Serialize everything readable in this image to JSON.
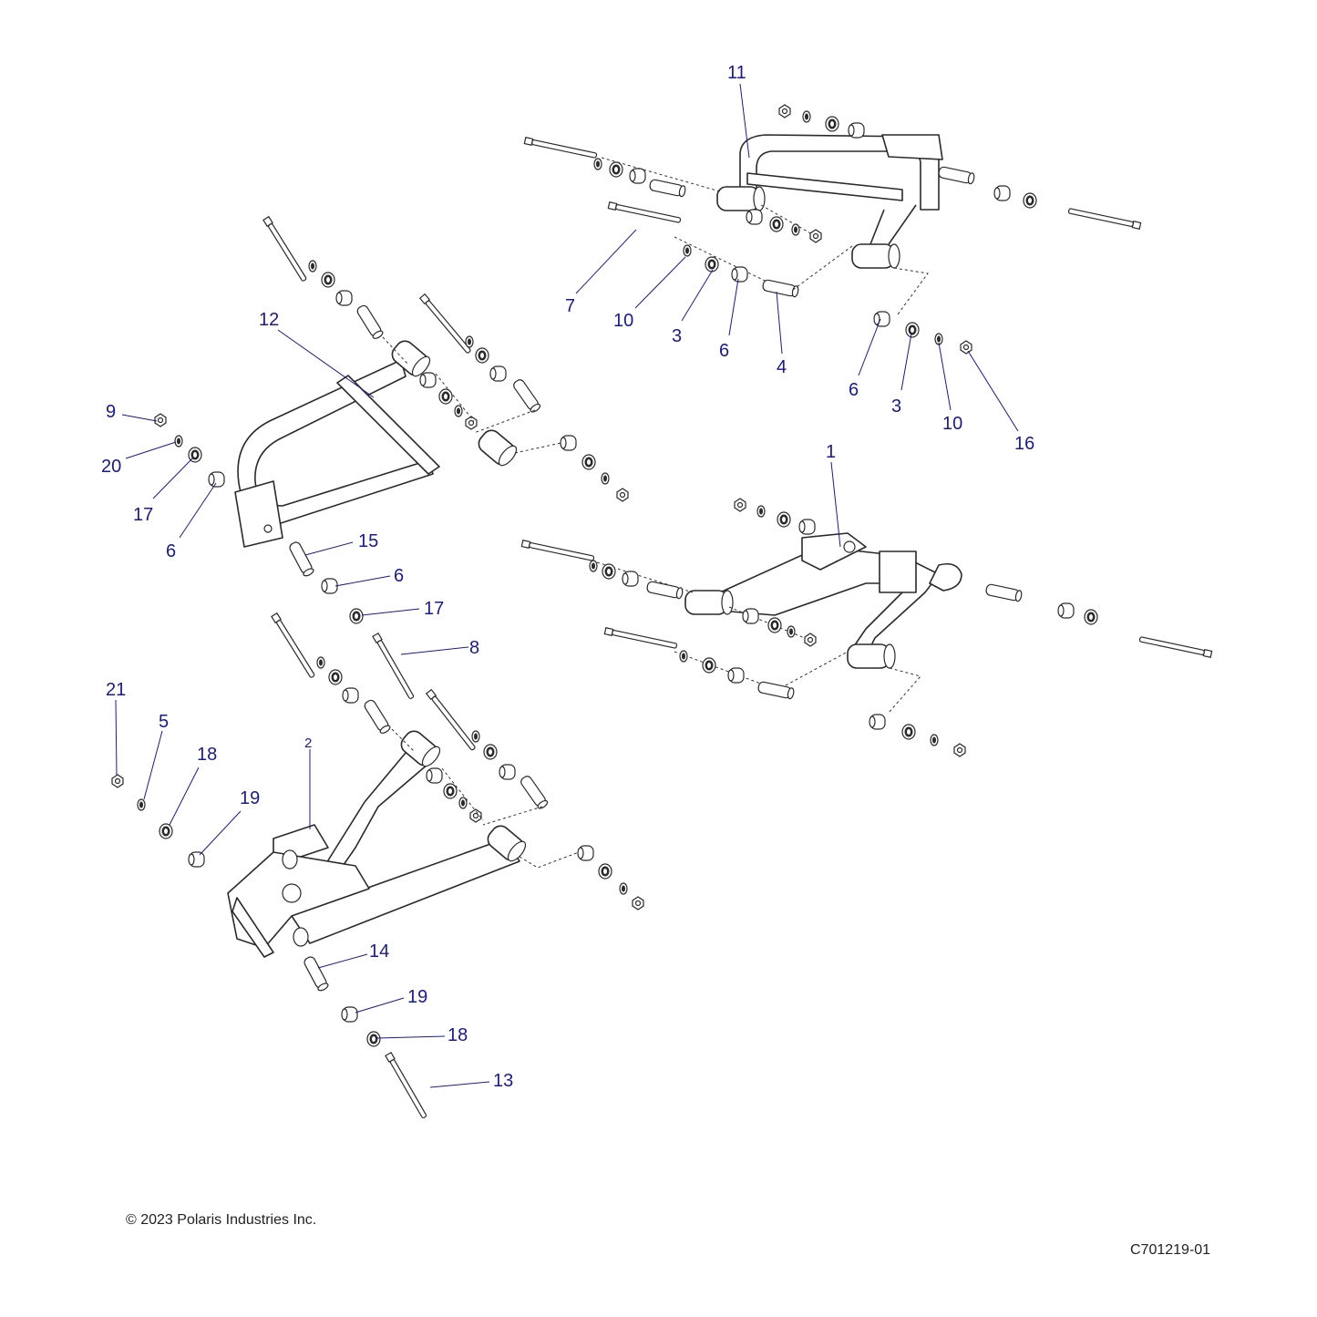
{
  "figure": {
    "title": "",
    "copyright": "© 2023 Polaris Industries Inc.",
    "drawing_number": "C701219-01"
  },
  "colors": {
    "callout": "#1a1a8c",
    "line": "#2a2a2a"
  },
  "callouts": {
    "c1": "1",
    "c2": "2",
    "c3a": "3",
    "c3b": "3",
    "c4": "4",
    "c5": "5",
    "c6a": "6",
    "c6b": "6",
    "c6c": "6",
    "c6d": "6",
    "c7": "7",
    "c8": "8",
    "c9": "9",
    "c10a": "10",
    "c10b": "10",
    "c11": "11",
    "c12": "12",
    "c13": "13",
    "c14": "14",
    "c15": "15",
    "c16": "16",
    "c17a": "17",
    "c17b": "17",
    "c18a": "18",
    "c18b": "18",
    "c19a": "19",
    "c19b": "19",
    "c20": "20",
    "c21": "21"
  }
}
